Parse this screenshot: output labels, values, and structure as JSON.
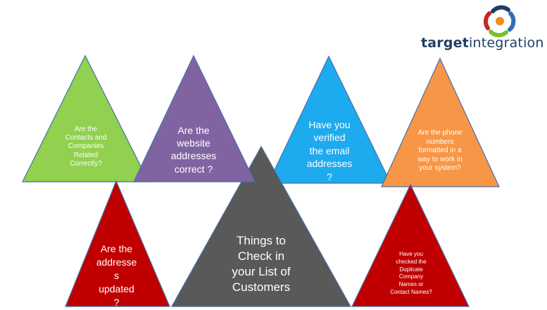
{
  "brand": {
    "word1": "target",
    "word2": "integration",
    "colors": {
      "text": "#1f3f68",
      "orange": "#f28a1e",
      "green": "#7bbf2e",
      "blue": "#2f6fb5",
      "red": "#c4281e"
    }
  },
  "triangles": [
    {
      "id": "contacts",
      "text": "Are the\nContacts and\nCompanies\nRelated\nCorrectly?",
      "fill": "#92d050"
    },
    {
      "id": "website",
      "text": "Are the\nwebsite\naddresses\ncorrect ?",
      "fill": "#8064a2"
    },
    {
      "id": "email",
      "text": "Have you\nverified\nthe email\naddresses\n?",
      "fill": "#1eaaee"
    },
    {
      "id": "phone",
      "text": "Are the phone\nnumbers\nformatted in a\nway to work in\nyour system?",
      "fill": "#f79646"
    },
    {
      "id": "addresses",
      "text": "Are the\naddresse\ns\nupdated\n?",
      "fill": "#c00000"
    },
    {
      "id": "center",
      "text": "Things to\nCheck in\nyour List of\nCustomers",
      "fill": "#595959"
    },
    {
      "id": "duplicates",
      "text": "Have you\nchecked  the\nDuplicate\nCompany\nNames or\nContact  Names?",
      "fill": "#c00000"
    }
  ]
}
